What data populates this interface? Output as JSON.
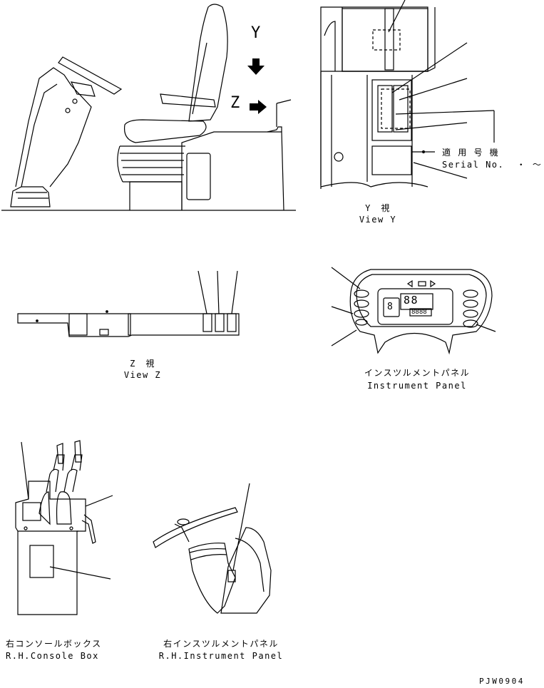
{
  "arrows": {
    "y_label": "Y",
    "z_label": "Z"
  },
  "view_y": {
    "title_jp": "Y　視",
    "title_en": "View Y",
    "applicable_jp": "適 用 号 機",
    "serial_en": "Serial No.  ・ ～"
  },
  "view_z": {
    "title_jp": "Z　視",
    "title_en": "View Z"
  },
  "instrument_panel": {
    "title_jp": "インスツルメントパネル",
    "title_en": "Instrument Panel",
    "display_big": "88",
    "display_small": "8",
    "display_digits": "8888"
  },
  "rh_console_box": {
    "title_jp": "右コンソールボックス",
    "title_en": "R.H.Console Box"
  },
  "rh_instrument_panel": {
    "title_jp": "右インスツルメントパネル",
    "title_en": "R.H.Instrument Panel"
  },
  "drawing_code": "PJW0904"
}
